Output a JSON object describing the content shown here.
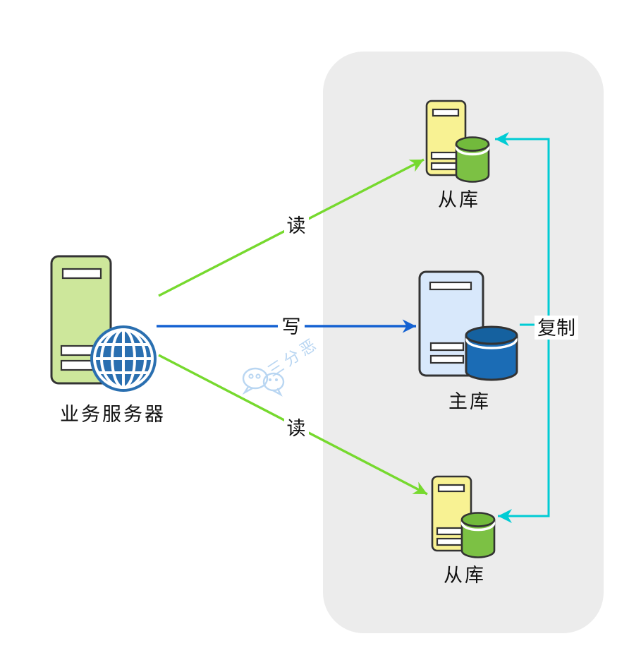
{
  "page": {
    "background": "#ffffff"
  },
  "diagram": {
    "nodes": {
      "business_server": {
        "label": "业务服务器"
      },
      "slave_top": {
        "label": "从库"
      },
      "master": {
        "label": "主库"
      },
      "slave_bottom": {
        "label": "从库"
      }
    },
    "edges": {
      "read_top": {
        "label": "读"
      },
      "write": {
        "label": "写"
      },
      "read_bottom": {
        "label": "读"
      },
      "replicate": {
        "label": "复制"
      }
    },
    "watermark": {
      "text": "三分恶",
      "icon": "wechat-icon"
    },
    "colors": {
      "page_bg": "#ffffff",
      "panel_bg": "#ececec",
      "app_server_fill": "#cde79b",
      "slave_server_fill": "#f8f293",
      "master_server_fill": "#d8e8fb",
      "slave_db_fill": "#7cc144",
      "slave_db_top": "#72ba3c",
      "master_db_fill": "#1b6cb5",
      "master_db_top": "#15619f",
      "globe_fill": "#2a6fb0",
      "read_arrow": "#76d92e",
      "write_arrow": "#1562d2",
      "replicate_arrow": "#00ccd4",
      "outline": "#333333",
      "text_color": "#111111",
      "watermark_color": "#b9d6f2"
    }
  }
}
